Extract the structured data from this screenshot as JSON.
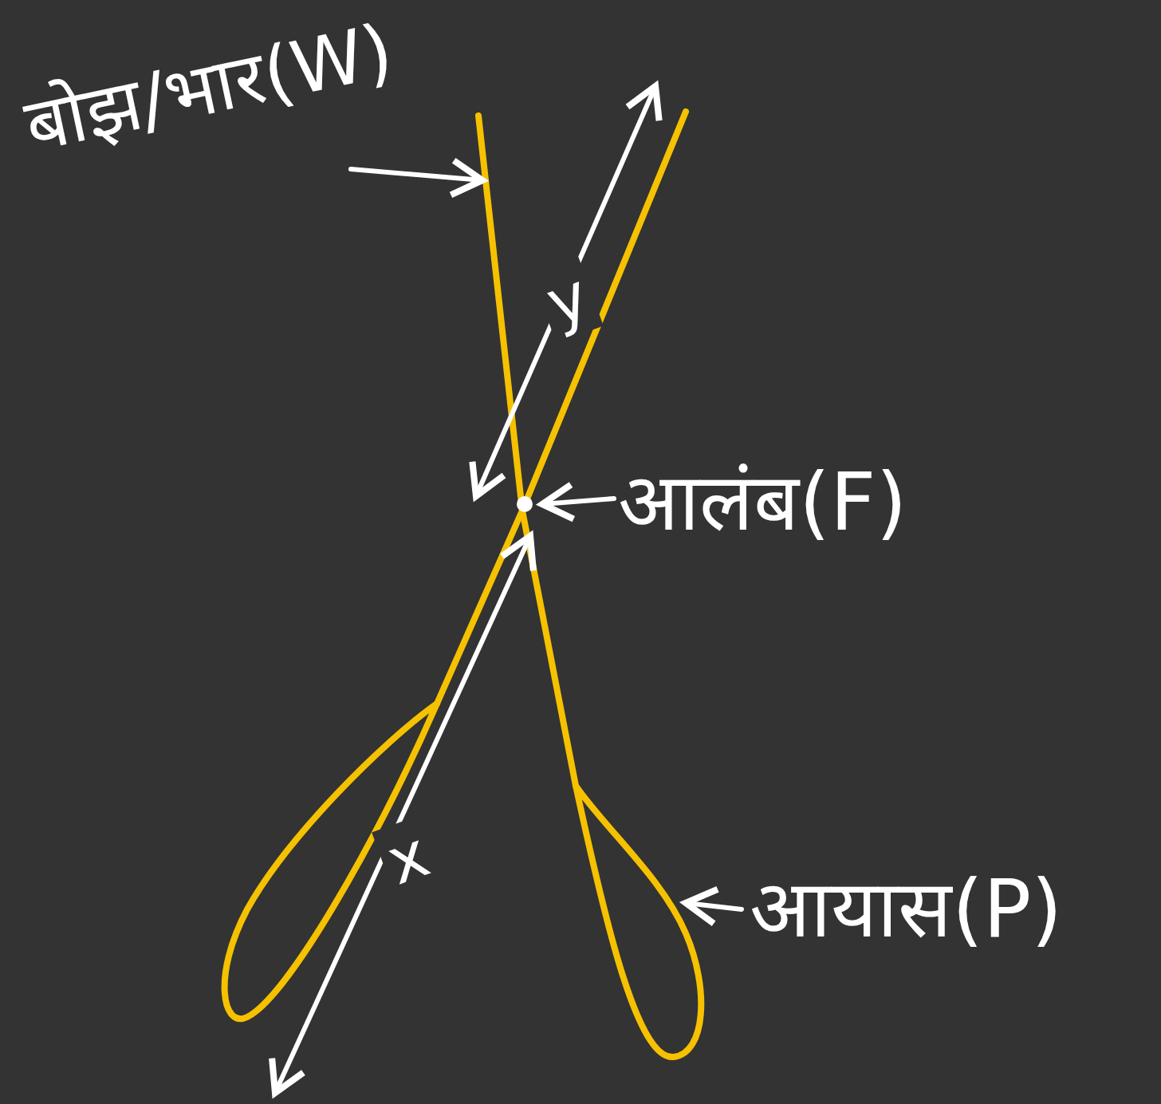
{
  "diagram": {
    "labels": [
      "बोझ/भार(W)",
      "y",
      "आलंब(F)",
      "x",
      "आयास(P)"
    ]
  }
}
